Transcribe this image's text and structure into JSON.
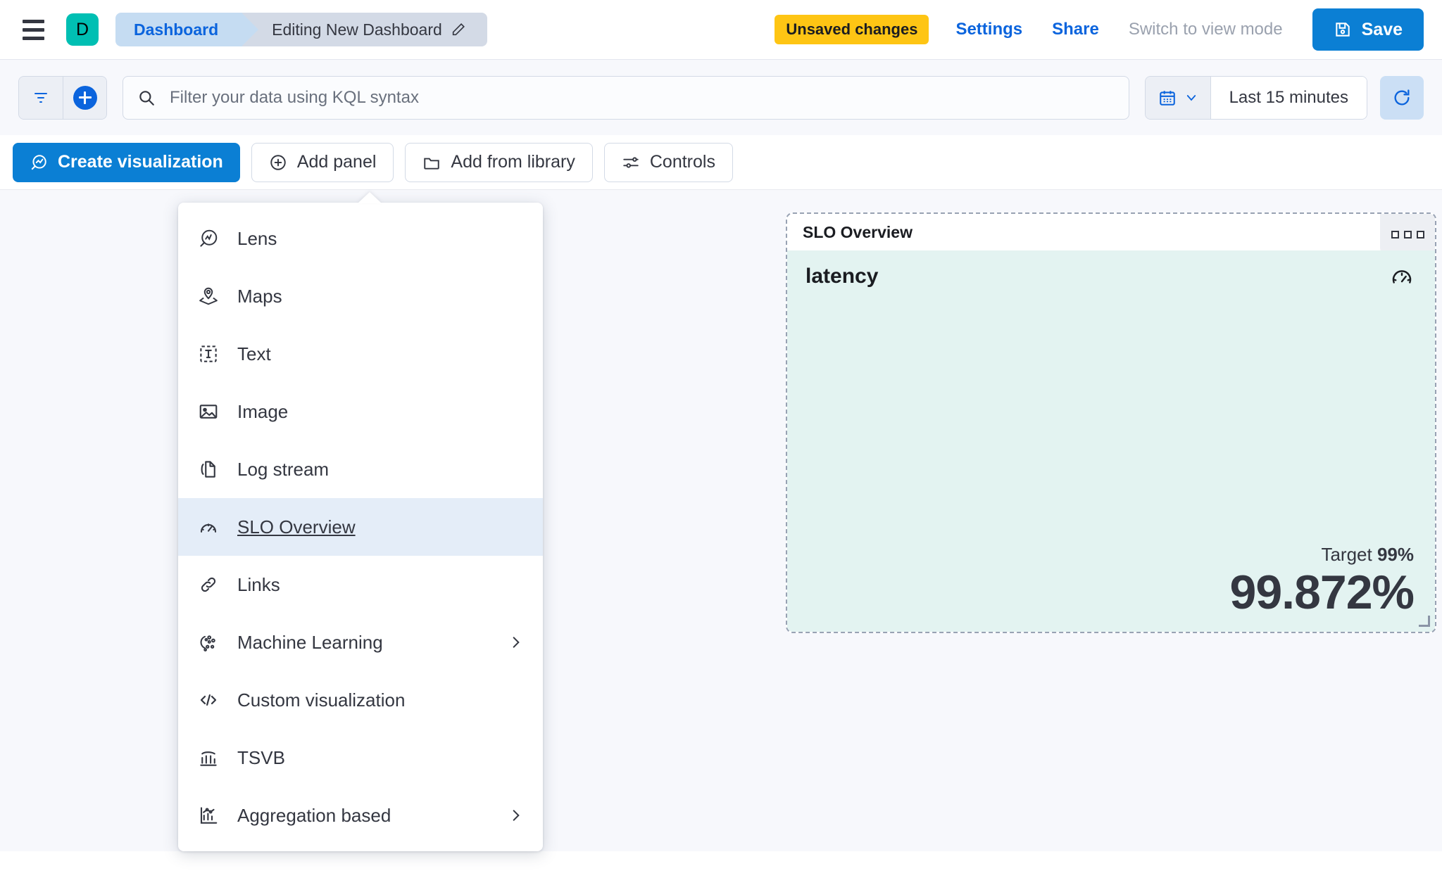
{
  "header": {
    "menu_icon": "hamburger-menu-icon",
    "avatar_letter": "D",
    "breadcrumb_root": "Dashboard",
    "breadcrumb_current": "Editing New Dashboard",
    "edit_icon": "pencil-icon",
    "unsaved_badge": "Unsaved changes",
    "settings_label": "Settings",
    "share_label": "Share",
    "view_mode_label": "Switch to view mode",
    "save_label": "Save",
    "save_icon": "save-disk-icon",
    "accent_blue": "#0B64DD",
    "save_button_color": "#0B7FD4",
    "badge_color": "#FEC514",
    "avatar_color": "#00BFB3"
  },
  "querybar": {
    "filter_icon": "funnel-icon",
    "add_filter_icon": "plus-circle-icon",
    "search_icon": "search-icon",
    "search_placeholder": "Filter your data using KQL syntax",
    "search_value": "",
    "calendar_icon": "calendar-icon",
    "chevron_icon": "chevron-down-icon",
    "date_range": "Last 15 minutes",
    "refresh_icon": "refresh-icon"
  },
  "toolbar": {
    "buttons": [
      {
        "label": "Create visualization",
        "icon": "lens-icon",
        "primary": true
      },
      {
        "label": "Add panel",
        "icon": "plus-circle-outline-icon",
        "primary": false
      },
      {
        "label": "Add from library",
        "icon": "folder-icon",
        "primary": false
      },
      {
        "label": "Controls",
        "icon": "controls-sliders-icon",
        "primary": false
      }
    ]
  },
  "add_panel_menu": {
    "items": [
      {
        "label": "Lens",
        "icon": "lens-icon",
        "submenu": false,
        "active": false
      },
      {
        "label": "Maps",
        "icon": "map-marker-layers-icon",
        "submenu": false,
        "active": false
      },
      {
        "label": "Text",
        "icon": "text-box-icon",
        "submenu": false,
        "active": false
      },
      {
        "label": "Image",
        "icon": "image-icon",
        "submenu": false,
        "active": false
      },
      {
        "label": "Log stream",
        "icon": "log-stream-icon",
        "submenu": false,
        "active": false
      },
      {
        "label": "SLO Overview",
        "icon": "gauge-icon",
        "submenu": false,
        "active": true
      },
      {
        "label": "Links",
        "icon": "link-chain-icon",
        "submenu": false,
        "active": false
      },
      {
        "label": "Machine Learning",
        "icon": "machine-learning-icon",
        "submenu": true,
        "active": false
      },
      {
        "label": "Custom visualization",
        "icon": "code-brackets-icon",
        "submenu": true,
        "active": false,
        "submenu_visible": false
      },
      {
        "label": "TSVB",
        "icon": "tsvb-chart-icon",
        "submenu": false,
        "active": false
      },
      {
        "label": "Aggregation based",
        "icon": "aggregation-chart-icon",
        "submenu": true,
        "active": false
      }
    ],
    "highlight_color": "#E4EDF8"
  },
  "slo_panel": {
    "panel_title": "SLO Overview",
    "panel_menu_icon": "panel-context-menu-icon",
    "slo_name": "latency",
    "slo_icon": "gauge-icon",
    "target_label": "Target",
    "target_value": "99%",
    "current_value": "99.872%",
    "background_color": "#E3F3F1",
    "resize_handle_icon": "resize-handle-icon"
  }
}
